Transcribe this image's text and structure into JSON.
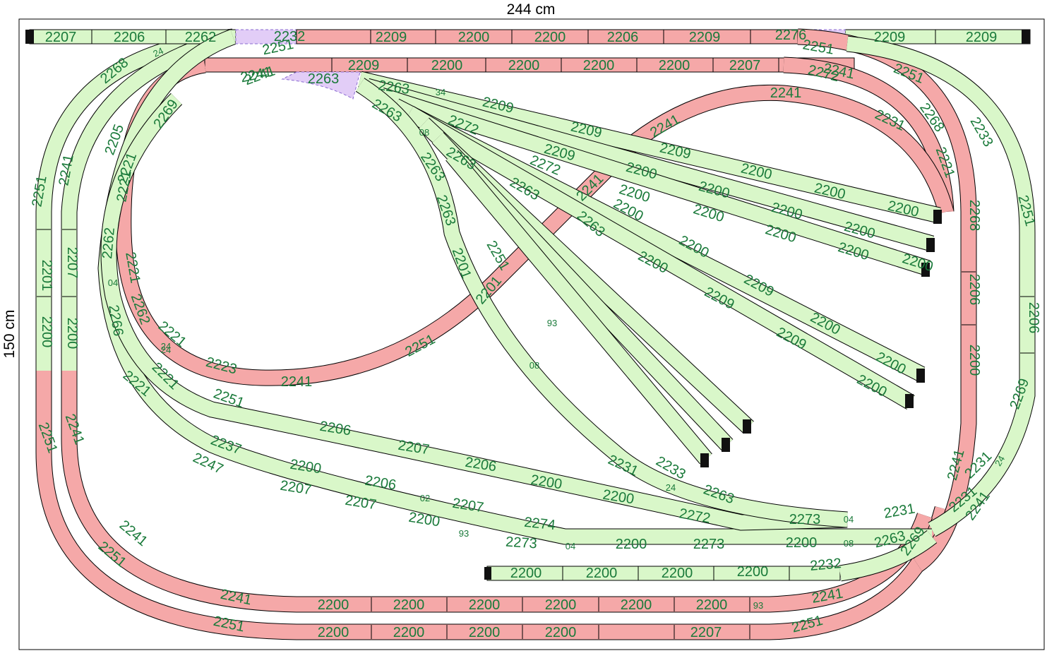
{
  "board": {
    "width_label": "244 cm",
    "height_label": "150 cm"
  },
  "colors": {
    "green_track": "#d9f7c9",
    "red_track": "#f5a8a8",
    "purple_track": "#e2cdf7",
    "label": "#1a7a3a",
    "outline": "#000000"
  },
  "straight_labels": [
    {
      "id": "t1",
      "text": "2207"
    },
    {
      "id": "t2",
      "text": "2206"
    },
    {
      "id": "t3",
      "text": "2262"
    },
    {
      "id": "t4",
      "text": "2209"
    },
    {
      "id": "t5",
      "text": "2200"
    },
    {
      "id": "t6",
      "text": "2200"
    },
    {
      "id": "t7",
      "text": "2206"
    },
    {
      "id": "t8",
      "text": "2209"
    },
    {
      "id": "t9",
      "text": "2209"
    },
    {
      "id": "t10",
      "text": "2209"
    },
    {
      "id": "t11",
      "text": "2209"
    },
    {
      "id": "t12",
      "text": "2200"
    },
    {
      "id": "t13",
      "text": "2200"
    },
    {
      "id": "t14",
      "text": "2200"
    },
    {
      "id": "t15",
      "text": "2200"
    },
    {
      "id": "t16",
      "text": "2207"
    },
    {
      "id": "t17",
      "text": "2263"
    },
    {
      "id": "t18",
      "text": "2263"
    },
    {
      "id": "t19",
      "text": "2209"
    },
    {
      "id": "t20",
      "text": "2209"
    },
    {
      "id": "t21",
      "text": "2209"
    },
    {
      "id": "t22",
      "text": "2200"
    },
    {
      "id": "t23",
      "text": "2200"
    },
    {
      "id": "t24",
      "text": "2200"
    },
    {
      "id": "t25",
      "text": "2200"
    },
    {
      "id": "t26",
      "text": "2200"
    },
    {
      "id": "t27",
      "text": "2200"
    },
    {
      "id": "t28",
      "text": "2200"
    },
    {
      "id": "t29",
      "text": "2200"
    },
    {
      "id": "t30",
      "text": "2200"
    },
    {
      "id": "t31",
      "text": "2200"
    },
    {
      "id": "t32",
      "text": "2200"
    },
    {
      "id": "t33",
      "text": "2200"
    },
    {
      "id": "t34",
      "text": "2209"
    },
    {
      "id": "t35",
      "text": "2209"
    },
    {
      "id": "t36",
      "text": "2200"
    },
    {
      "id": "t37",
      "text": "2200"
    },
    {
      "id": "t38",
      "text": "2209"
    },
    {
      "id": "t39",
      "text": "2200"
    },
    {
      "id": "t40",
      "text": "2200"
    },
    {
      "id": "t41",
      "text": "2200"
    },
    {
      "id": "t42",
      "text": "2200"
    },
    {
      "id": "t43",
      "text": "2209"
    },
    {
      "id": "t44",
      "text": "2206"
    },
    {
      "id": "t45",
      "text": "2207"
    },
    {
      "id": "t46",
      "text": "2206"
    },
    {
      "id": "t47",
      "text": "2200"
    },
    {
      "id": "t48",
      "text": "2200"
    },
    {
      "id": "t49",
      "text": "2200"
    },
    {
      "id": "t50",
      "text": "2206"
    },
    {
      "id": "t51",
      "text": "2207"
    },
    {
      "id": "t52",
      "text": "2207"
    },
    {
      "id": "t53",
      "text": "2207"
    },
    {
      "id": "t54",
      "text": "2200"
    },
    {
      "id": "t55",
      "text": "2274"
    },
    {
      "id": "t56",
      "text": "2273"
    },
    {
      "id": "t57",
      "text": "2200"
    },
    {
      "id": "t58",
      "text": "2273"
    },
    {
      "id": "t59",
      "text": "2273"
    },
    {
      "id": "t60",
      "text": "2200"
    },
    {
      "id": "t61",
      "text": "2200"
    },
    {
      "id": "t62",
      "text": "2200"
    },
    {
      "id": "t63",
      "text": "2200"
    },
    {
      "id": "t64",
      "text": "2200"
    },
    {
      "id": "t65",
      "text": "2200"
    },
    {
      "id": "t66",
      "text": "2200"
    },
    {
      "id": "t67",
      "text": "2200"
    },
    {
      "id": "t68",
      "text": "2200"
    },
    {
      "id": "t69",
      "text": "2200"
    },
    {
      "id": "t70",
      "text": "2200"
    },
    {
      "id": "t71",
      "text": "2200"
    },
    {
      "id": "t72",
      "text": "2200"
    },
    {
      "id": "t73",
      "text": "2200"
    },
    {
      "id": "t74",
      "text": "2200"
    },
    {
      "id": "t75",
      "text": "2207"
    },
    {
      "id": "t76",
      "text": "2201"
    },
    {
      "id": "t77",
      "text": "2200"
    },
    {
      "id": "t78",
      "text": "2207"
    },
    {
      "id": "t79",
      "text": "2200"
    },
    {
      "id": "t80",
      "text": "2206"
    },
    {
      "id": "t81",
      "text": "2200"
    },
    {
      "id": "t82",
      "text": "2206"
    },
    {
      "id": "t83",
      "text": "2268"
    }
  ],
  "curve_labels": [
    {
      "id": "c1",
      "text": "2251"
    },
    {
      "id": "c2",
      "text": "2251"
    },
    {
      "id": "c3",
      "text": "2241"
    },
    {
      "id": "c4",
      "text": "2241"
    },
    {
      "id": "c5",
      "text": "2241"
    },
    {
      "id": "c6",
      "text": "2241"
    },
    {
      "id": "c7",
      "text": "2251"
    },
    {
      "id": "c8",
      "text": "2251"
    },
    {
      "id": "c9",
      "text": "2241"
    },
    {
      "id": "c10",
      "text": "2251"
    },
    {
      "id": "c11",
      "text": "2251"
    },
    {
      "id": "c12",
      "text": "2241"
    },
    {
      "id": "c13",
      "text": "2241"
    },
    {
      "id": "c14",
      "text": "2251"
    },
    {
      "id": "c15",
      "text": "2241"
    },
    {
      "id": "c16",
      "text": "2251"
    },
    {
      "id": "c17",
      "text": "2233"
    },
    {
      "id": "c18",
      "text": "2251"
    },
    {
      "id": "c19",
      "text": "2268"
    },
    {
      "id": "c20",
      "text": "2221"
    },
    {
      "id": "c21",
      "text": "2231"
    },
    {
      "id": "c22",
      "text": "2241"
    },
    {
      "id": "c23",
      "text": "2241"
    },
    {
      "id": "c24",
      "text": "2241"
    },
    {
      "id": "c25",
      "text": "2221"
    },
    {
      "id": "c26",
      "text": "2221"
    },
    {
      "id": "c27",
      "text": "2221"
    },
    {
      "id": "c28",
      "text": "2223"
    },
    {
      "id": "c29",
      "text": "2241"
    },
    {
      "id": "c30",
      "text": "2251"
    },
    {
      "id": "c31",
      "text": "2201"
    },
    {
      "id": "c32",
      "text": "2268"
    },
    {
      "id": "c33",
      "text": "2269"
    },
    {
      "id": "c34",
      "text": "2205"
    },
    {
      "id": "c35",
      "text": "2221"
    },
    {
      "id": "c36",
      "text": "2262"
    },
    {
      "id": "c37",
      "text": "2266"
    },
    {
      "id": "c38",
      "text": "2262"
    },
    {
      "id": "c39",
      "text": "2221"
    },
    {
      "id": "c40",
      "text": "2221"
    },
    {
      "id": "c41",
      "text": "2251"
    },
    {
      "id": "c42",
      "text": "2237"
    },
    {
      "id": "c43",
      "text": "2247"
    },
    {
      "id": "c44",
      "text": "2231"
    },
    {
      "id": "c45",
      "text": "2233"
    },
    {
      "id": "c46",
      "text": "2263"
    },
    {
      "id": "c47",
      "text": "2272"
    },
    {
      "id": "c48",
      "text": "2231"
    },
    {
      "id": "c49",
      "text": "2263"
    },
    {
      "id": "c50",
      "text": "2232"
    },
    {
      "id": "c51",
      "text": "2269"
    },
    {
      "id": "c52",
      "text": "2231"
    },
    {
      "id": "c53",
      "text": "2231"
    },
    {
      "id": "c54",
      "text": "2269"
    },
    {
      "id": "c55",
      "text": "2241"
    },
    {
      "id": "c56",
      "text": "2263"
    },
    {
      "id": "c57",
      "text": "2263"
    },
    {
      "id": "c58",
      "text": "2263"
    },
    {
      "id": "c59",
      "text": "2263"
    },
    {
      "id": "c60",
      "text": "2272"
    },
    {
      "id": "c61",
      "text": "2272"
    },
    {
      "id": "c62",
      "text": "2263"
    },
    {
      "id": "c63",
      "text": "2263"
    },
    {
      "id": "c64",
      "text": "2201"
    },
    {
      "id": "c65",
      "text": "2232"
    },
    {
      "id": "c66",
      "text": "2276"
    },
    {
      "id": "c67",
      "text": "2272"
    },
    {
      "id": "c68",
      "text": "2241"
    },
    {
      "id": "c69",
      "text": "2251"
    }
  ],
  "small_labels": [
    {
      "id": "s1",
      "text": "24"
    },
    {
      "id": "s2",
      "text": "34"
    },
    {
      "id": "s3",
      "text": "08"
    },
    {
      "id": "s4",
      "text": "24"
    },
    {
      "id": "s5",
      "text": "04"
    },
    {
      "id": "s6",
      "text": "93"
    },
    {
      "id": "s7",
      "text": "08"
    },
    {
      "id": "s8",
      "text": "24"
    },
    {
      "id": "s9",
      "text": "02"
    },
    {
      "id": "s10",
      "text": "93"
    },
    {
      "id": "s11",
      "text": "04"
    },
    {
      "id": "s12",
      "text": "04"
    },
    {
      "id": "s13",
      "text": "08"
    },
    {
      "id": "s14",
      "text": "24"
    },
    {
      "id": "s15",
      "text": "93"
    },
    {
      "id": "s16",
      "text": "24"
    }
  ]
}
